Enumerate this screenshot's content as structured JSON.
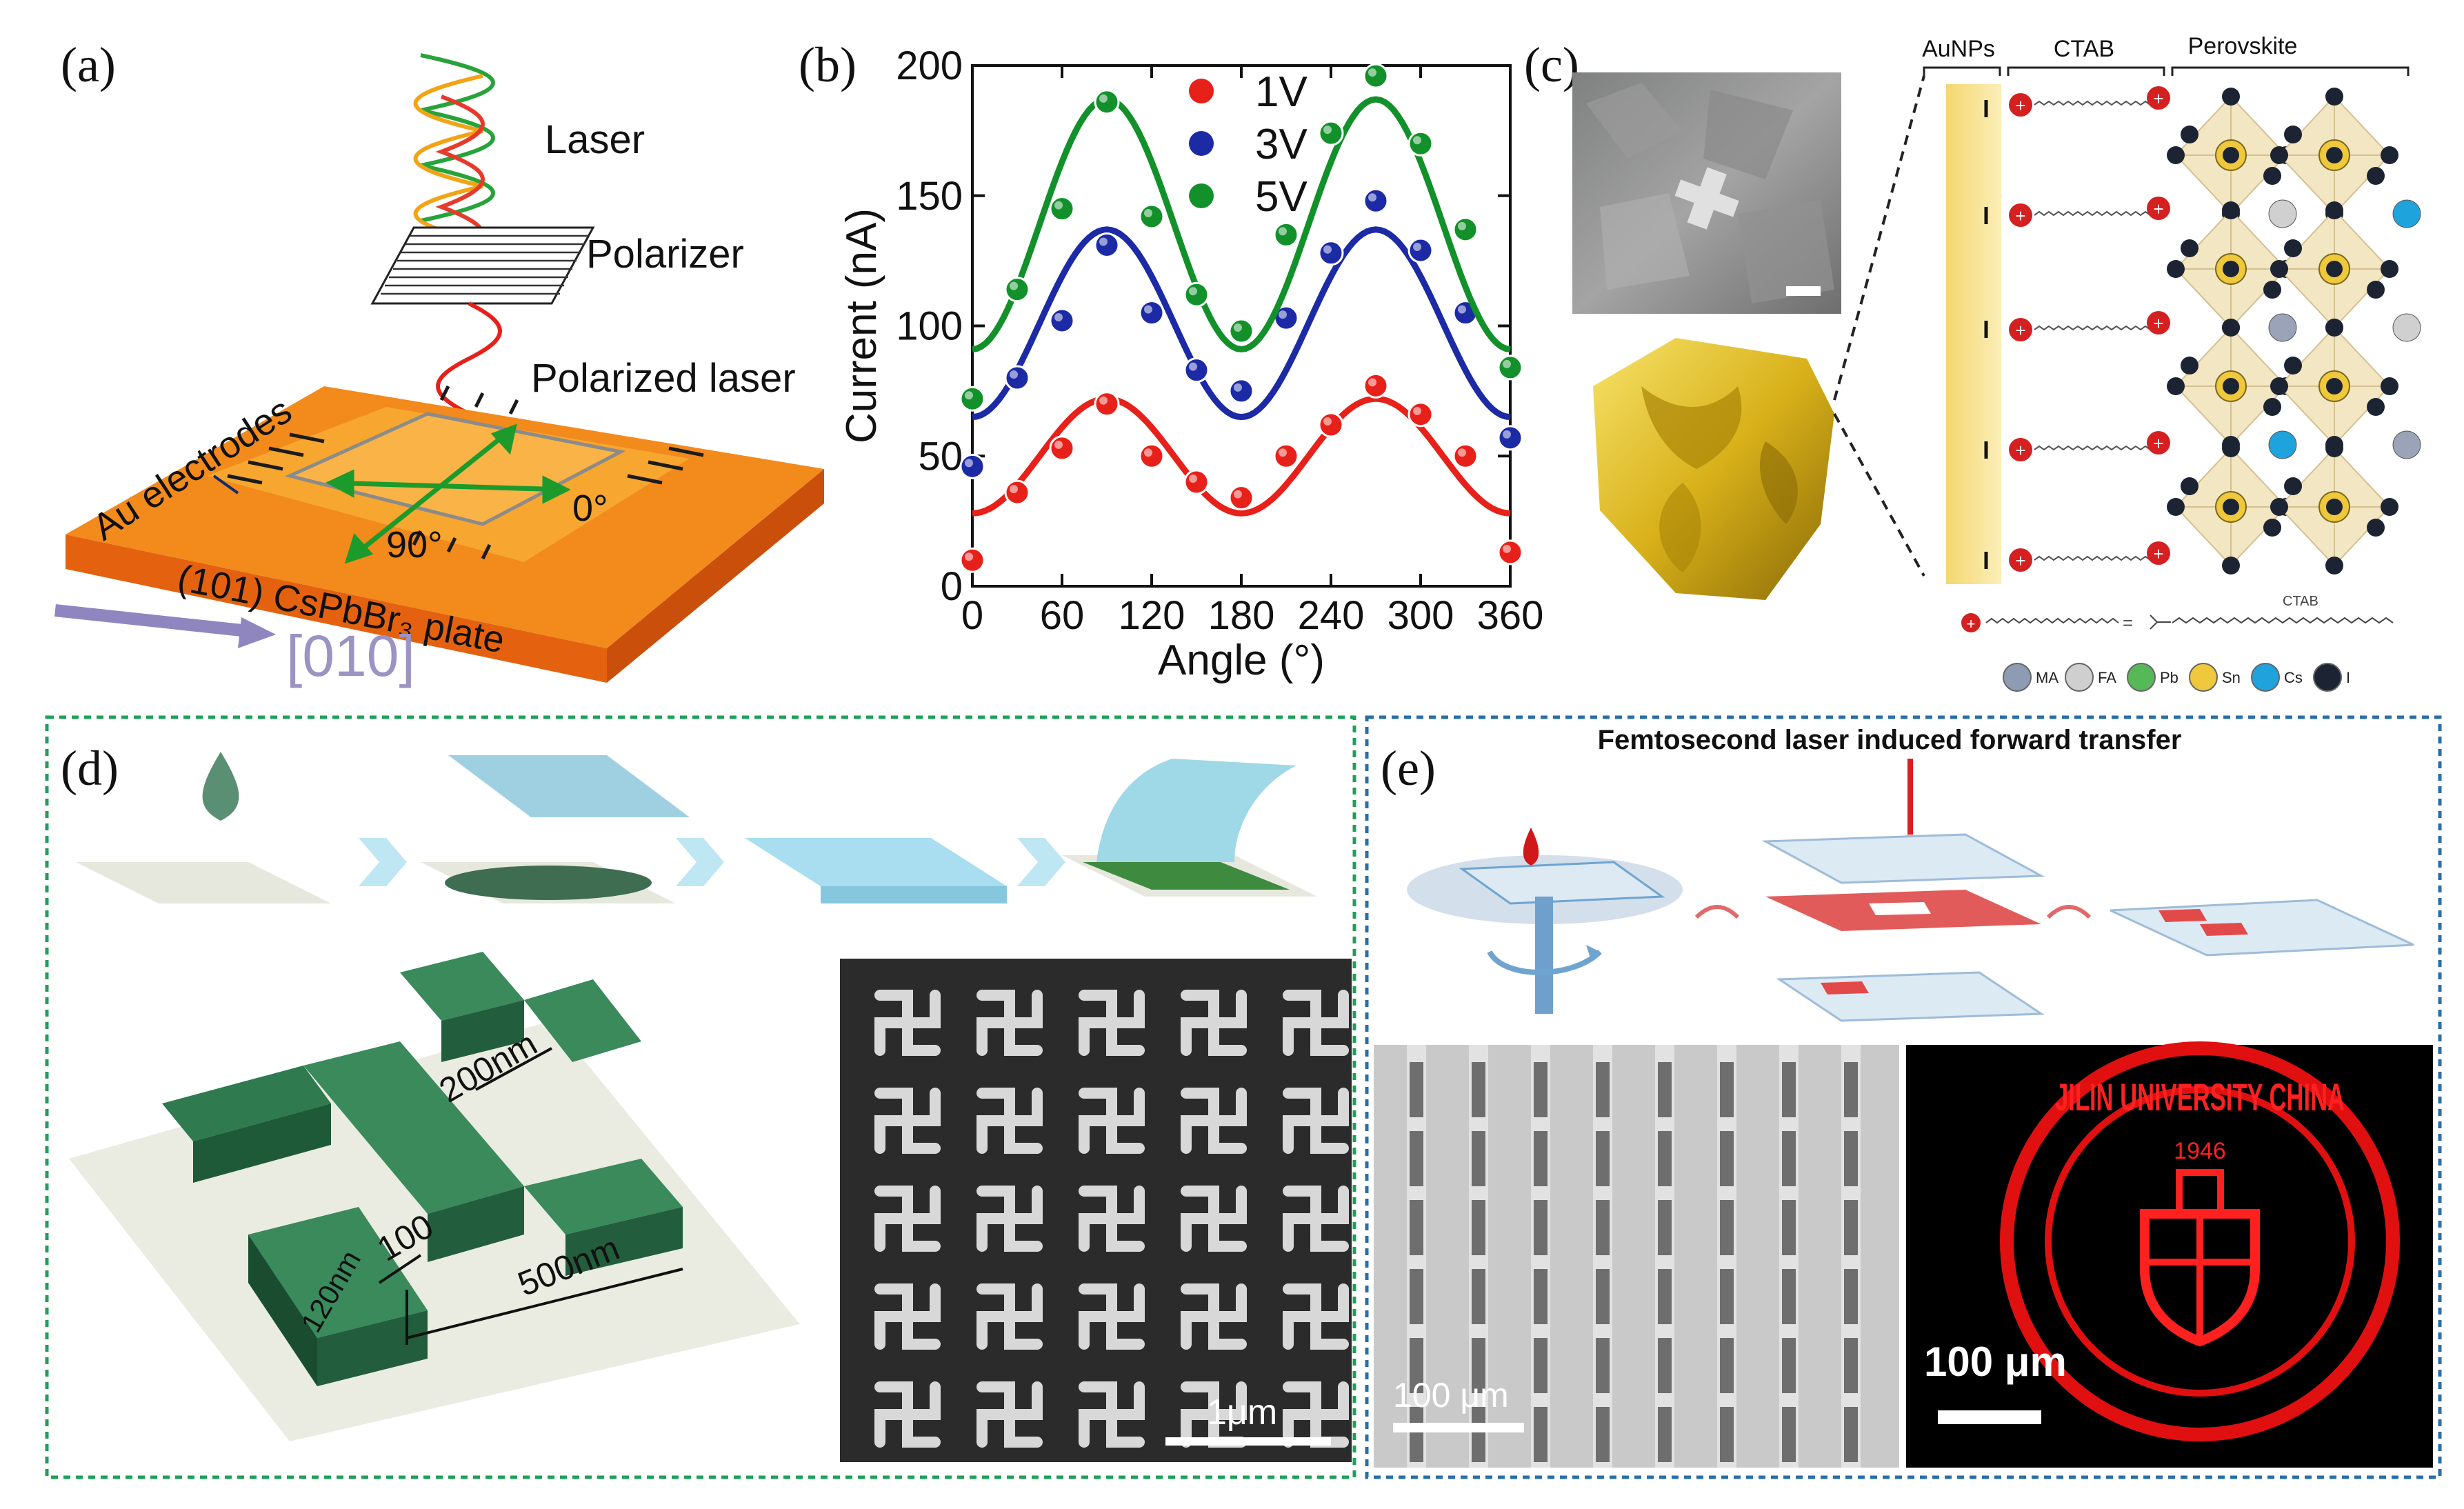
{
  "panels": {
    "a": {
      "label": "(a)",
      "texts": {
        "laser": "Laser",
        "polarizer": "Polarizer",
        "polarized_laser": "Polarized laser",
        "au_electrodes": "Au electrodes",
        "angle_0": "0°",
        "angle_90": "90°",
        "plate_label": "(101) CsPbBr₃ plate",
        "direction": "[010]"
      }
    },
    "b": {
      "label": "(b)"
    },
    "c": {
      "label": "(c)",
      "headers": {
        "aunps": "AuNPs",
        "ctab": "CTAB",
        "perovskite": "Perovskite"
      },
      "ctab_caption": "CTAB",
      "legend": [
        {
          "label": "MA",
          "color": "#8e9cb3"
        },
        {
          "label": "FA",
          "color": "#cfcfcf"
        },
        {
          "label": "Pb",
          "color": "#57b857"
        },
        {
          "label": "Sn",
          "color": "#f0c83c"
        },
        {
          "label": "Cs",
          "color": "#1fa3dc"
        },
        {
          "label": "I",
          "color": "#1c2433"
        }
      ]
    },
    "d": {
      "label": "(d)",
      "dims": {
        "d200": "200nm",
        "d100": "100",
        "d120": "120nm",
        "d500": "500nm"
      },
      "scale": "1μm"
    },
    "e": {
      "label": "(e)",
      "title": "Femtosecond laser induced forward transfer",
      "scale_left": "100 μm",
      "scale_right": "100 μm",
      "seal_text": "JILIN UNIVERSITY CHINA",
      "seal_year": "1946"
    }
  },
  "chart_data": {
    "type": "scatter",
    "xlabel": "Angle (°)",
    "ylabel": "Current (nA)",
    "xlim": [
      0,
      360
    ],
    "ylim": [
      0,
      200
    ],
    "xticks": [
      "0",
      "60",
      "120",
      "180",
      "240",
      "300",
      "360"
    ],
    "yticks": [
      "0",
      "50",
      "100",
      "150",
      "200"
    ],
    "legend_position": "top-left",
    "series": [
      {
        "name": "1V",
        "color": "#e8201a",
        "points": [
          [
            0,
            10
          ],
          [
            30,
            36
          ],
          [
            60,
            53
          ],
          [
            90,
            70
          ],
          [
            120,
            50
          ],
          [
            150,
            40
          ],
          [
            180,
            34
          ],
          [
            210,
            50
          ],
          [
            240,
            62
          ],
          [
            270,
            77
          ],
          [
            300,
            66
          ],
          [
            330,
            50
          ],
          [
            360,
            13
          ]
        ],
        "fit": {
          "offset": 50,
          "amp": 22,
          "min_at": 0
        }
      },
      {
        "name": "3V",
        "color": "#1c2aa6",
        "points": [
          [
            0,
            46
          ],
          [
            30,
            80
          ],
          [
            60,
            102
          ],
          [
            90,
            131
          ],
          [
            120,
            105
          ],
          [
            150,
            83
          ],
          [
            180,
            75
          ],
          [
            210,
            103
          ],
          [
            240,
            128
          ],
          [
            270,
            148
          ],
          [
            300,
            129
          ],
          [
            330,
            105
          ],
          [
            360,
            57
          ]
        ],
        "fit": {
          "offset": 101,
          "amp": 36,
          "min_at": 0
        }
      },
      {
        "name": "5V",
        "color": "#12912a",
        "points": [
          [
            0,
            72
          ],
          [
            30,
            114
          ],
          [
            60,
            145
          ],
          [
            90,
            186
          ],
          [
            120,
            142
          ],
          [
            150,
            112
          ],
          [
            180,
            98
          ],
          [
            210,
            135
          ],
          [
            240,
            174
          ],
          [
            270,
            196
          ],
          [
            300,
            170
          ],
          [
            330,
            137
          ],
          [
            360,
            84
          ]
        ],
        "fit": {
          "offset": 139,
          "amp": 48,
          "min_at": 0
        }
      }
    ]
  }
}
